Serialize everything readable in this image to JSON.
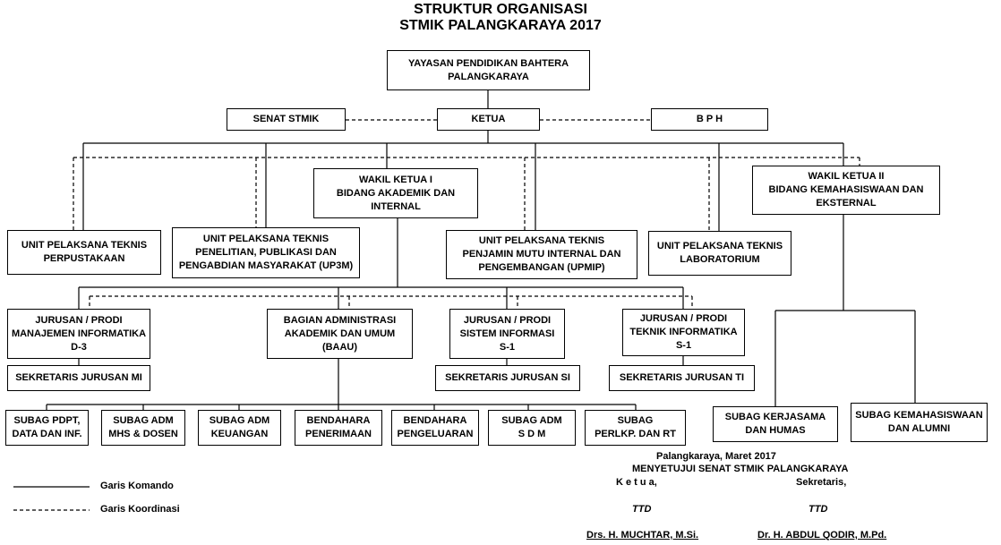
{
  "title": {
    "line1": "STRUKTUR ORGANISASI",
    "line2": "STMIK PALANGKARAYA 2017"
  },
  "boxes": {
    "yayasan": "YAYASAN PENDIDIKAN BAHTERA\nPALANGKARAYA",
    "senat": "SENAT STMIK",
    "ketua": "KETUA",
    "bph": "B P H",
    "wakil1": "WAKIL KETUA I\nBIDANG AKADEMIK DAN\nINTERNAL",
    "wakil2": "WAKIL KETUA II\nBIDANG KEMAHASISWAAN DAN\nEKSTERNAL",
    "upt_perpus": "UNIT PELAKSANA TEKNIS\nPERPUSTAKAAN",
    "upt_up3m": "UNIT PELAKSANA TEKNIS\nPENELITIAN, PUBLIKASI DAN\nPENGABDIAN MASYARAKAT (UP3M)",
    "upt_upmip": "UNIT PELAKSANA TEKNIS\nPENJAMIN MUTU INTERNAL DAN\nPENGEMBANGAN (UPMIP)",
    "upt_lab": "UNIT PELAKSANA TEKNIS\nLABORATORIUM",
    "prodi_mi": "JURUSAN / PRODI\nMANAJEMEN INFORMATIKA\nD-3",
    "baau": "BAGIAN ADMINISTRASI\nAKADEMIK DAN UMUM\n(BAAU)",
    "prodi_si": "JURUSAN / PRODI\nSISTEM INFORMASI\nS-1",
    "prodi_ti": "JURUSAN / PRODI\nTEKNIK INFORMATIKA\nS-1",
    "sek_mi": "SEKRETARIS JURUSAN MI",
    "sek_si": "SEKRETARIS JURUSAN SI",
    "sek_ti": "SEKRETARIS JURUSAN TI",
    "subag_pdpt": "SUBAG PDPT,\nDATA DAN INF.",
    "subag_mhs": "SUBAG ADM\nMHS & DOSEN",
    "subag_keu": "SUBAG ADM\nKEUANGAN",
    "bend_terima": "BENDAHARA\nPENERIMAAN",
    "bend_keluar": "BENDAHARA\nPENGELUARAN",
    "subag_sdm": "SUBAG ADM\nS D M",
    "subag_rt": "SUBAG\nPERLKP. DAN RT",
    "subag_humas": "SUBAG KERJASAMA\nDAN HUMAS",
    "subag_alumni": "SUBAG KEMAHASISWAAN\nDAN ALUMNI"
  },
  "legend": {
    "komando": "Garis Komando",
    "koordinasi": "Garis Koordinasi"
  },
  "signature": {
    "place_date": "Palangkaraya, Maret 2017",
    "approval": "MENYETUJUI SENAT STMIK PALANGKARAYA",
    "role_left": "K e t u a,",
    "role_right": "Sekretaris,",
    "ttd_left": "TTD",
    "ttd_right": "TTD",
    "name_left": "Drs. H. MUCHTAR, M.Si.",
    "name_right": "Dr. H. ABDUL QODIR, M.Pd."
  }
}
